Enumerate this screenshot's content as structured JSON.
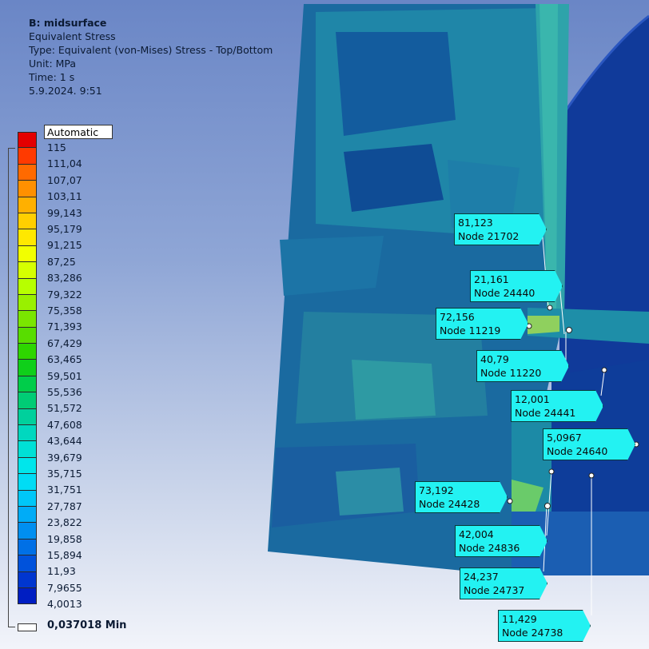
{
  "header": {
    "title": "B: midsurface",
    "result": "Equivalent Stress",
    "type": "Type: Equivalent (von-Mises) Stress - Top/Bottom",
    "unit": "Unit: MPa",
    "time": "Time: 1 s",
    "date": "5.9.2024. 9:51"
  },
  "legend": {
    "mode": "Automatic",
    "levels": [
      "115",
      "111,04",
      "107,07",
      "103,11",
      "99,143",
      "95,179",
      "91,215",
      "87,25",
      "83,286",
      "79,322",
      "75,358",
      "71,393",
      "67,429",
      "63,465",
      "59,501",
      "55,536",
      "51,572",
      "47,608",
      "43,644",
      "39,679",
      "35,715",
      "31,751",
      "27,787",
      "23,822",
      "19,858",
      "15,894",
      "11,93",
      "7,9655",
      "4,0013"
    ],
    "min_label": "0,037018 Min",
    "colors": [
      "#e30000",
      "#ff3a00",
      "#ff6a00",
      "#ff9000",
      "#ffb000",
      "#ffcf00",
      "#ffe800",
      "#f2ff00",
      "#d6ff00",
      "#b7ff00",
      "#99f000",
      "#7ae600",
      "#58dd00",
      "#2ed600",
      "#0fcf1a",
      "#00cd4a",
      "#00cc75",
      "#00d09c",
      "#00d8bf",
      "#00e0d6",
      "#00e6eb",
      "#00dcf5",
      "#00c7f8",
      "#00acf7",
      "#008ff0",
      "#0070e6",
      "#0052db",
      "#0036cf",
      "#001ec2"
    ]
  },
  "probes": [
    {
      "value": "81,123",
      "node": "Node 21702"
    },
    {
      "value": "21,161",
      "node": "Node 24440"
    },
    {
      "value": "72,156",
      "node": "Node 11219"
    },
    {
      "value": "40,79",
      "node": "Node 11220"
    },
    {
      "value": "12,001",
      "node": "Node 24441"
    },
    {
      "value": "5,0967",
      "node": "Node 24640"
    },
    {
      "value": "73,192",
      "node": "Node 24428"
    },
    {
      "value": "42,004",
      "node": "Node 24836"
    },
    {
      "value": "24,237",
      "node": "Node 24737"
    },
    {
      "value": "11,429",
      "node": "Node 24738"
    }
  ]
}
